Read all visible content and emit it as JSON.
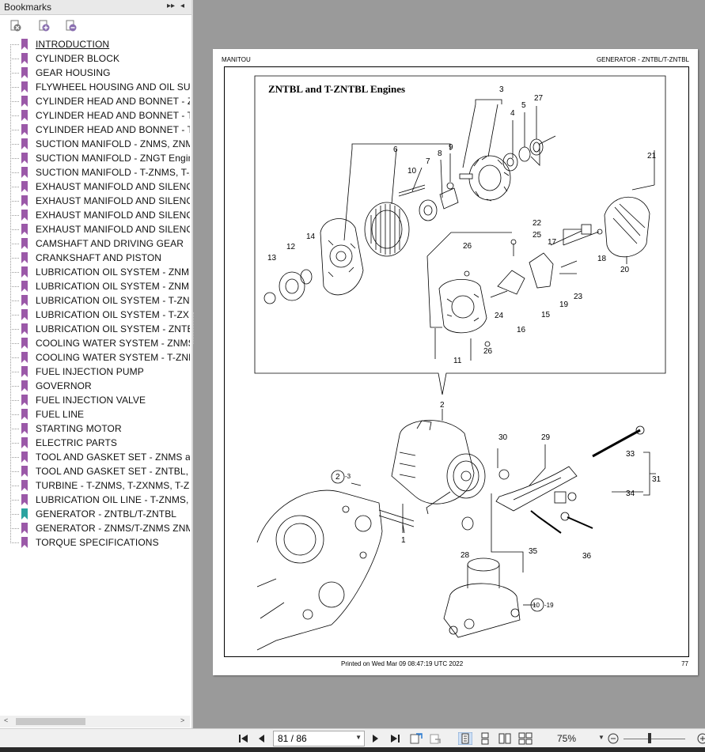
{
  "panel": {
    "title": "Bookmarks",
    "collapse_label": "▸▸",
    "close_label": "◂"
  },
  "bookmarks": [
    {
      "label": "INTRODUCTION",
      "active": false,
      "underline": true
    },
    {
      "label": "CYLINDER BLOCK",
      "active": false
    },
    {
      "label": "GEAR HOUSING",
      "active": false
    },
    {
      "label": "FLYWHEEL HOUSING AND OIL SUM",
      "active": false
    },
    {
      "label": "CYLINDER HEAD AND BONNET - ZN",
      "active": false
    },
    {
      "label": "CYLINDER HEAD AND BONNET - T-",
      "active": false
    },
    {
      "label": "CYLINDER HEAD AND BONNET - T-",
      "active": false
    },
    {
      "label": "SUCTION MANIFOLD - ZNMS, ZNMS",
      "active": false
    },
    {
      "label": "SUCTION MANIFOLD - ZNGT Engine",
      "active": false
    },
    {
      "label": "SUCTION MANIFOLD - T-ZNMS, T-Z",
      "active": false
    },
    {
      "label": "EXHAUST MANIFOLD AND SILENCE",
      "active": false
    },
    {
      "label": "EXHAUST MANIFOLD AND SILENCE",
      "active": false
    },
    {
      "label": "EXHAUST MANIFOLD AND SILENCE",
      "active": false
    },
    {
      "label": "EXHAUST MANIFOLD AND SILENCE",
      "active": false
    },
    {
      "label": "CAMSHAFT AND DRIVING GEAR",
      "active": false
    },
    {
      "label": "CRANKSHAFT AND PISTON",
      "active": false
    },
    {
      "label": "LUBRICATION OIL SYSTEM - ZNMS",
      "active": false
    },
    {
      "label": "LUBRICATION OIL SYSTEM - ZNMS",
      "active": false
    },
    {
      "label": "LUBRICATION OIL SYSTEM - T-ZNM",
      "active": false
    },
    {
      "label": "LUBRICATION OIL SYSTEM - T-ZXN",
      "active": false
    },
    {
      "label": "LUBRICATION OIL SYSTEM - ZNTBL",
      "active": false
    },
    {
      "label": "COOLING WATER SYSTEM - ZNMS,",
      "active": false
    },
    {
      "label": "COOLING WATER SYSTEM - T-ZNM",
      "active": false
    },
    {
      "label": "FUEL INJECTION PUMP",
      "active": false
    },
    {
      "label": "GOVERNOR",
      "active": false
    },
    {
      "label": "FUEL INJECTION VALVE",
      "active": false
    },
    {
      "label": "FUEL LINE",
      "active": false
    },
    {
      "label": "STARTING MOTOR",
      "active": false
    },
    {
      "label": "ELECTRIC PARTS",
      "active": false
    },
    {
      "label": "TOOL AND GASKET SET - ZNMS an",
      "active": false
    },
    {
      "label": "TOOL AND GASKET SET - ZNTBL, T",
      "active": false
    },
    {
      "label": "TURBINE - T-ZNMS, T-ZXNMS, T-Z",
      "active": false
    },
    {
      "label": "LUBRICATION OIL LINE - T-ZNMS, T",
      "active": false
    },
    {
      "label": "GENERATOR - ZNTBL/T-ZNTBL",
      "active": true
    },
    {
      "label": "GENERATOR - ZNMS/T-ZNMS ZNMS",
      "active": false
    },
    {
      "label": "TORQUE SPECIFICATIONS",
      "active": false
    }
  ],
  "page": {
    "header_left": "MANITOU",
    "header_right": "GENERATOR - ZNTBL/T-ZNTBL",
    "diagram_title": "ZNTBL and T-ZNTBL Engines",
    "footer_printed": "Printed on   Wed Mar 09 08:47:19 UTC 2022",
    "page_number": "77",
    "callouts": {
      "c1": "1",
      "c2": "2",
      "c3": "3",
      "c4": "4",
      "c5": "5",
      "c6": "6",
      "c7": "7",
      "c8": "8",
      "c9": "9",
      "c10": "10",
      "c11": "11",
      "c12": "12",
      "c13": "13",
      "c14": "14",
      "c15": "15",
      "c16": "16",
      "c17": "17",
      "c18": "18",
      "c19": "19",
      "c20": "20",
      "c21": "21",
      "c22": "22",
      "c23": "23",
      "c24": "24",
      "c25": "25",
      "c26a": "26",
      "c26b": "26",
      "c27": "27",
      "c28": "28",
      "c29": "29",
      "c30": "30",
      "c31": "31",
      "c33": "33",
      "c34": "34",
      "c35": "35",
      "c36": "36",
      "ref_2_3_num": "2",
      "ref_2_3_suffix": "-3",
      "ref_10_19_num": "10",
      "ref_10_19_suffix": "-19"
    }
  },
  "toolbar": {
    "page_field": "81 / 86",
    "zoom": "75%"
  },
  "colors": {
    "bookmark_icon": "#9b59a8",
    "bookmark_icon_active": "#2aa3a0",
    "viewer_bg": "#9a9a9a"
  },
  "icons": {
    "first_page": "first-page-icon",
    "prev_page": "prev-page-icon",
    "next_page": "next-page-icon",
    "last_page": "last-page-icon",
    "expand": "expand-all-icon",
    "add": "add-bookmark-icon",
    "remove": "remove-bookmark-icon"
  }
}
